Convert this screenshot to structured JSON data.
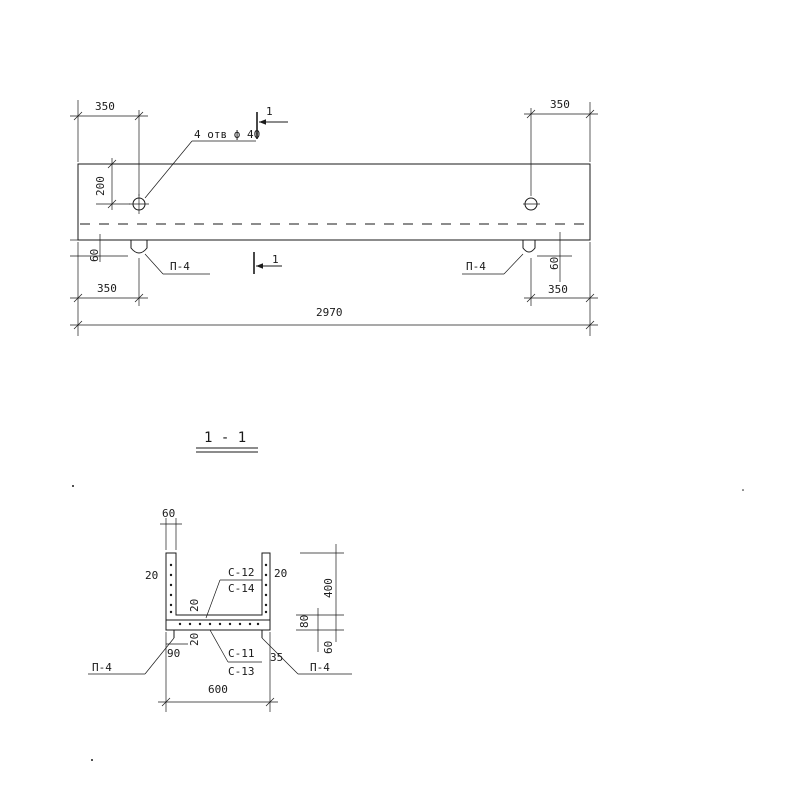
{
  "plan": {
    "dim_left_top": "350",
    "dim_right_top": "350",
    "dim_left_bottom": "350",
    "dim_right_bottom": "350",
    "dim_total": "2970",
    "dim_height_200": "200",
    "dim_left_60": "60",
    "dim_right_60": "60",
    "holes_label": "4 отв ϕ 40",
    "section_mark": "1",
    "loop_left": "П-4",
    "loop_right": "П-4"
  },
  "section": {
    "title": "1 - 1",
    "dim_60_top": "60",
    "dim_20_left": "20",
    "dim_20_right": "20",
    "label_c12": "С-12",
    "label_c14": "С-14",
    "dim_20_inner_a": "20",
    "dim_20_inner_b": "20",
    "dim_90": "90",
    "label_c11": "С-11",
    "label_c13": "С-13",
    "dim_35": "35",
    "dim_600": "600",
    "dim_400": "400",
    "dim_80": "80",
    "dim_60_right": "60",
    "loop_left": "П-4",
    "loop_right": "П-4"
  }
}
